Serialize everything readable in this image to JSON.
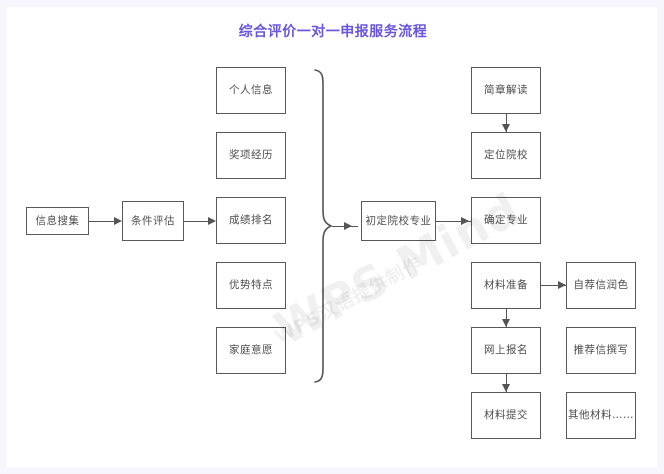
{
  "page": {
    "title": "综合评价一对一申报服务流程",
    "title_color": "#6a55e0",
    "canvas_background": "#ffffff",
    "frame_color": "#f7f6fd",
    "node_border_color": "#585858",
    "connector_color": "#545454"
  },
  "watermark": {
    "line1": "WPS Mind",
    "line2": "WPS汉语提供制作"
  },
  "nodes": {
    "info_collection": "信息搜集",
    "condition_eval": "条件评估",
    "personal_info": "个人信息",
    "award_experience": "奖项经历",
    "score_rank": "成绩排名",
    "advantage_traits": "优势特点",
    "family_wish": "家庭意愿",
    "preliminary_major": "初定院校专业",
    "brochure_reading": "简章解读",
    "locate_school": "定位院校",
    "confirm_major": "确定专业",
    "material_prep": "材料准备",
    "online_signup": "网上报名",
    "material_submit": "材料提交",
    "self_rec_polish": "自荐信润色",
    "rec_letter_write": "推荐信撰写",
    "other_materials": "其他材料……"
  },
  "groups": {
    "collection_items": [
      "个人信息",
      "奖项经历",
      "成绩排名",
      "优势特点",
      "家庭意愿"
    ],
    "school_flow": [
      "简章解读",
      "定位院校",
      "确定专业",
      "材料准备",
      "网上报名",
      "材料提交"
    ],
    "material_items": [
      "自荐信润色",
      "推荐信撰写",
      "其他材料……"
    ]
  }
}
